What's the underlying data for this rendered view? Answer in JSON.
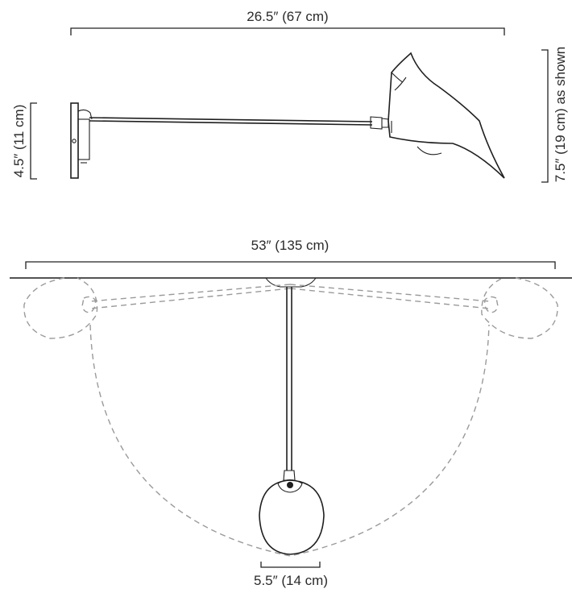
{
  "dimensions": {
    "side_width": "26.5″ (67 cm)",
    "side_height_bracket": "4.5″ (11 cm)",
    "side_height_shade": "7.5″ (19 cm) as shown",
    "top_span": "53″ (135 cm)",
    "shade_diameter": "5.5″ (14 cm)"
  }
}
